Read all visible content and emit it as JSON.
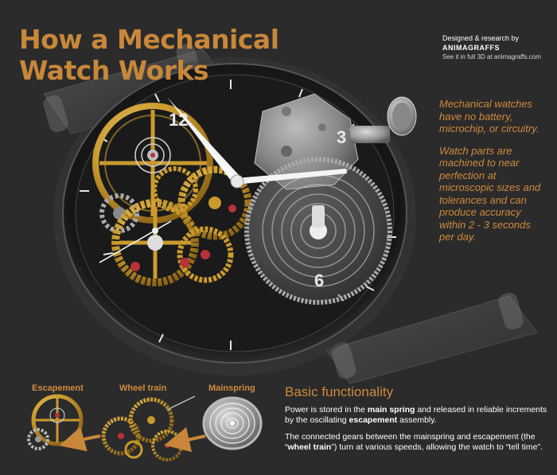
{
  "header": {
    "title_line1": "How a Mechanical",
    "title_line2": "Watch Works"
  },
  "credit": {
    "line1": "Designed & research by",
    "brand": "ANIMAGRAFFS",
    "line3": "See it in full 3D at animagraffs.com"
  },
  "intro": {
    "p1": "Mechanical watches have no battery, microchip, or circuitry.",
    "p2": "Watch parts are machined to near perfection at microscopic sizes and tolerances and can produce accuracy within 2 - 3 seconds per day."
  },
  "dial": {
    "numeral_12": "12",
    "numeral_3": "3",
    "numeral_6": "6"
  },
  "components": {
    "escapement": "Escapement",
    "wheel_train": "Wheel train",
    "mainspring": "Mainspring"
  },
  "basic": {
    "title": "Basic functionality",
    "p1_a": "Power is stored in the ",
    "p1_b": "main spring",
    "p1_c": " and released in reliable increments by the oscillating ",
    "p1_d": "escapement",
    "p1_e": " assembly.",
    "p2_a": "The connected gears between the mainspring and escapement (the “",
    "p2_b": "wheel train",
    "p2_c": "”) turn at various speeds, allowing the watch to “tell time”."
  },
  "colors": {
    "accent": "#d08a3c",
    "background": "#2b2b2b",
    "gold": "#c99a2e",
    "silver": "#9a9a9a"
  }
}
